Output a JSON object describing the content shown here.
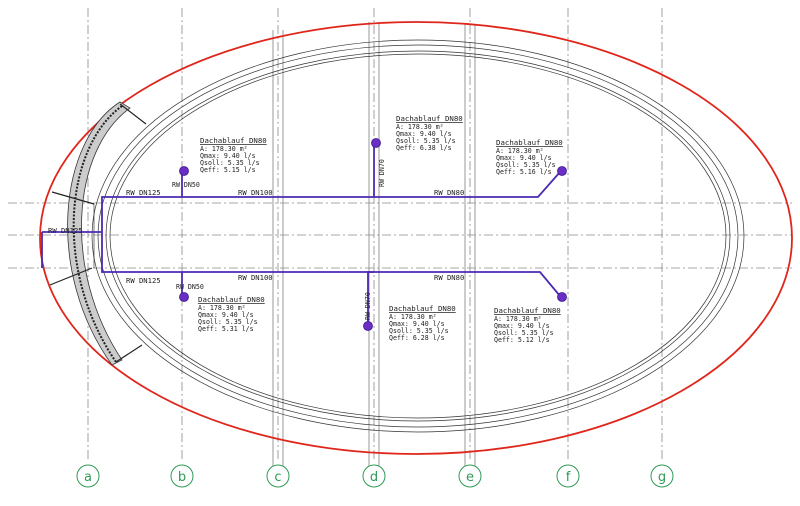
{
  "colors": {
    "roof_outline": "#e0261b",
    "pipe": "#4b2ab3",
    "drain": "#6a2ec4",
    "axis_bubble": "#2f9a56",
    "grid": "#8a8a8a",
    "line": "#333333"
  },
  "grid_axes": [
    "a",
    "b",
    "c",
    "d",
    "e",
    "f",
    "g"
  ],
  "pipe_labels": {
    "left_main": "RW DN125",
    "upper_left": "RW DN125",
    "upper_mid": "RW DN100",
    "upper_right": "RW DN80",
    "lower_left": "RW DN125",
    "lower_mid": "RW DN100",
    "lower_right": "RW DN80",
    "branch_b_top": "RW DN50",
    "branch_b_bottom": "RW DN50",
    "branch_d_top": "RW DN70",
    "branch_d_bottom": "RW DN70"
  },
  "drains": [
    {
      "title": "Dachablauf DN80",
      "a": "A: 178.30 m²",
      "qmax": "Qmax: 9.40 l/s",
      "qsoll": "Qsoll: 5.35 l/s",
      "qeff": "Qeff: 5.15 l/s"
    },
    {
      "title": "Dachablauf DN80",
      "a": "A: 178.30 m²",
      "qmax": "Qmax: 9.40 l/s",
      "qsoll": "Qsoll: 5.35 l/s",
      "qeff": "Qeff: 6.38 l/s"
    },
    {
      "title": "Dachablauf DN80",
      "a": "A: 178.30 m²",
      "qmax": "Qmax: 9.40 l/s",
      "qsoll": "Qsoll: 5.35 l/s",
      "qeff": "Qeff: 5.16 l/s"
    },
    {
      "title": "Dachablauf DN80",
      "a": "A: 178.30 m²",
      "qmax": "Qmax: 9.40 l/s",
      "qsoll": "Qsoll: 5.35 l/s",
      "qeff": "Qeff: 5.31 l/s"
    },
    {
      "title": "Dachablauf DN80",
      "a": "A: 178.30 m²",
      "qmax": "Qmax: 9.40 l/s",
      "qsoll": "Qsoll: 5.35 l/s",
      "qeff": "Qeff: 6.28 l/s"
    },
    {
      "title": "Dachablauf DN80",
      "a": "A: 178.30 m²",
      "qmax": "Qmax: 9.40 l/s",
      "qsoll": "Qsoll: 5.35 l/s",
      "qeff": "Qeff: 5.12 l/s"
    }
  ]
}
